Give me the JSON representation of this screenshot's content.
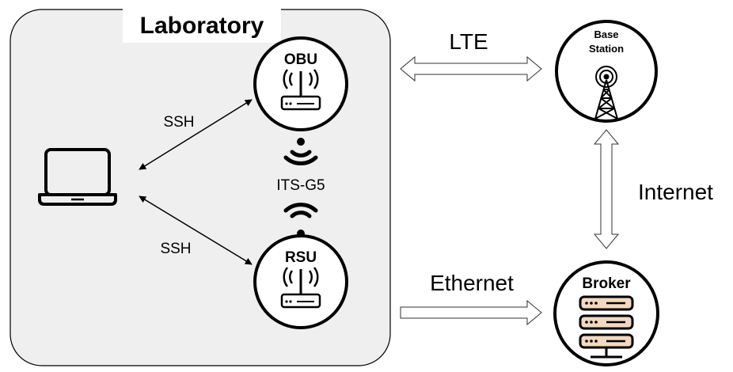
{
  "lab": {
    "title": "Laboratory"
  },
  "nodes": {
    "obu": {
      "label": "OBU"
    },
    "rsu": {
      "label": "RSU"
    },
    "base_station": {
      "line1": "Base",
      "line2": "Station"
    },
    "broker": {
      "label": "Broker"
    }
  },
  "links": {
    "ssh_top": "SSH",
    "ssh_bottom": "SSH",
    "its_g5": "ITS-G5",
    "lte": "LTE",
    "internet": "Internet",
    "ethernet": "Ethernet"
  }
}
